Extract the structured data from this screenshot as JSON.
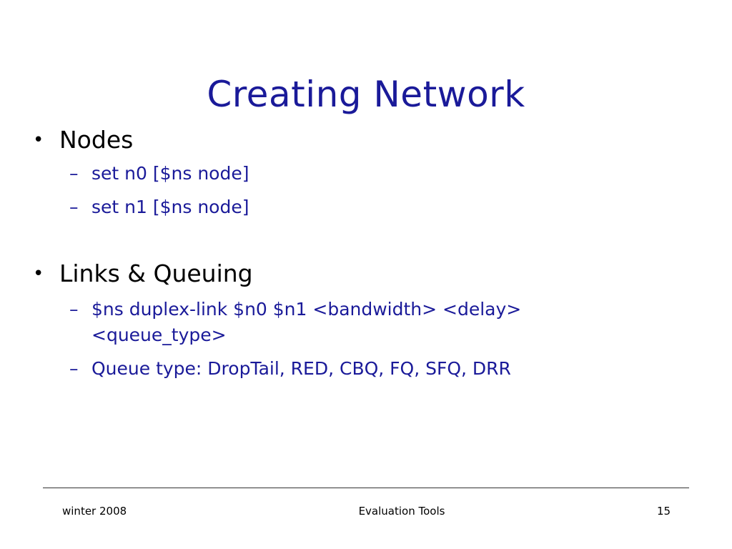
{
  "slide": {
    "title": "Creating Network",
    "sections": [
      {
        "bullet": "•",
        "label": "Nodes",
        "items": [
          {
            "dash": "–",
            "text": "set n0 [$ns node]"
          },
          {
            "dash": "–",
            "text": "set n1 [$ns node]"
          }
        ]
      },
      {
        "bullet": "•",
        "label": "Links & Queuing",
        "items": [
          {
            "dash": "–",
            "text": "$ns duplex-link $n0 $n1 <bandwidth> <delay>",
            "continuation": "<queue_type>"
          },
          {
            "dash": "–",
            "text": "Queue type: DropTail, RED, CBQ, FQ, SFQ, DRR"
          }
        ]
      }
    ],
    "footer": {
      "left": "winter 2008",
      "center": "Evaluation Tools",
      "right": "15"
    },
    "colors": {
      "title": "#1a1a99",
      "sub_bullets": "#1a1a99",
      "main_bullets": "#000000"
    }
  }
}
